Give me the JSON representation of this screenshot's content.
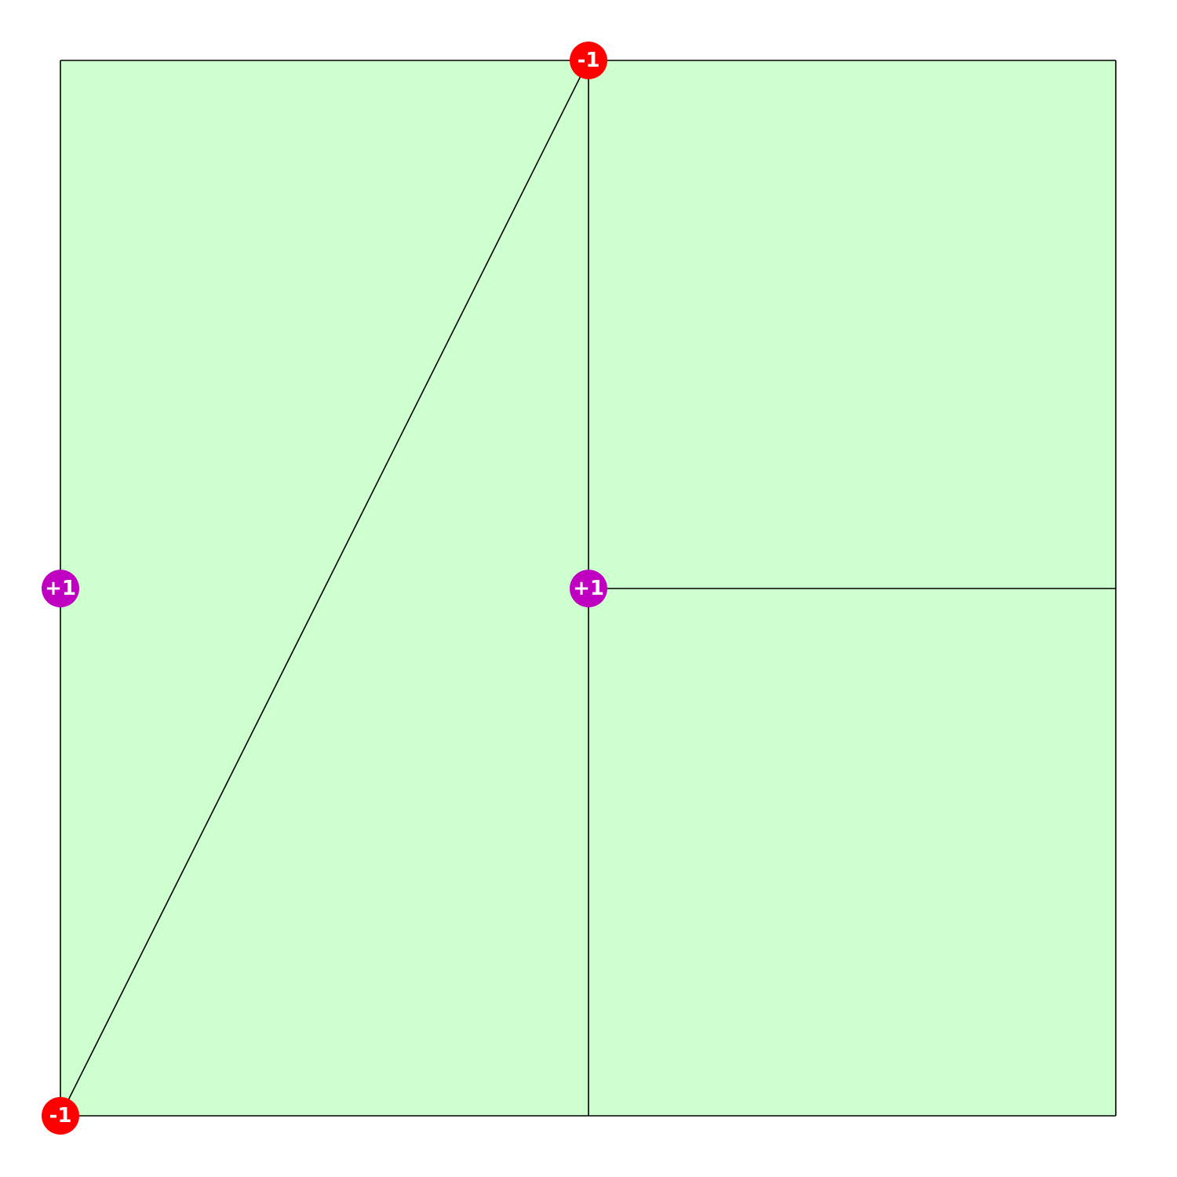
{
  "diagram": {
    "region_color": "#ceffce",
    "edge_color": "#000000",
    "vertices": [
      {
        "id": "left-mid",
        "label": "+1",
        "color": "#c000c0"
      },
      {
        "id": "center",
        "label": "+1",
        "color": "#c000c0"
      },
      {
        "id": "top-mid",
        "label": "-1",
        "color": "#ff0000"
      },
      {
        "id": "bottom-left",
        "label": "-1",
        "color": "#ff0000"
      }
    ]
  }
}
